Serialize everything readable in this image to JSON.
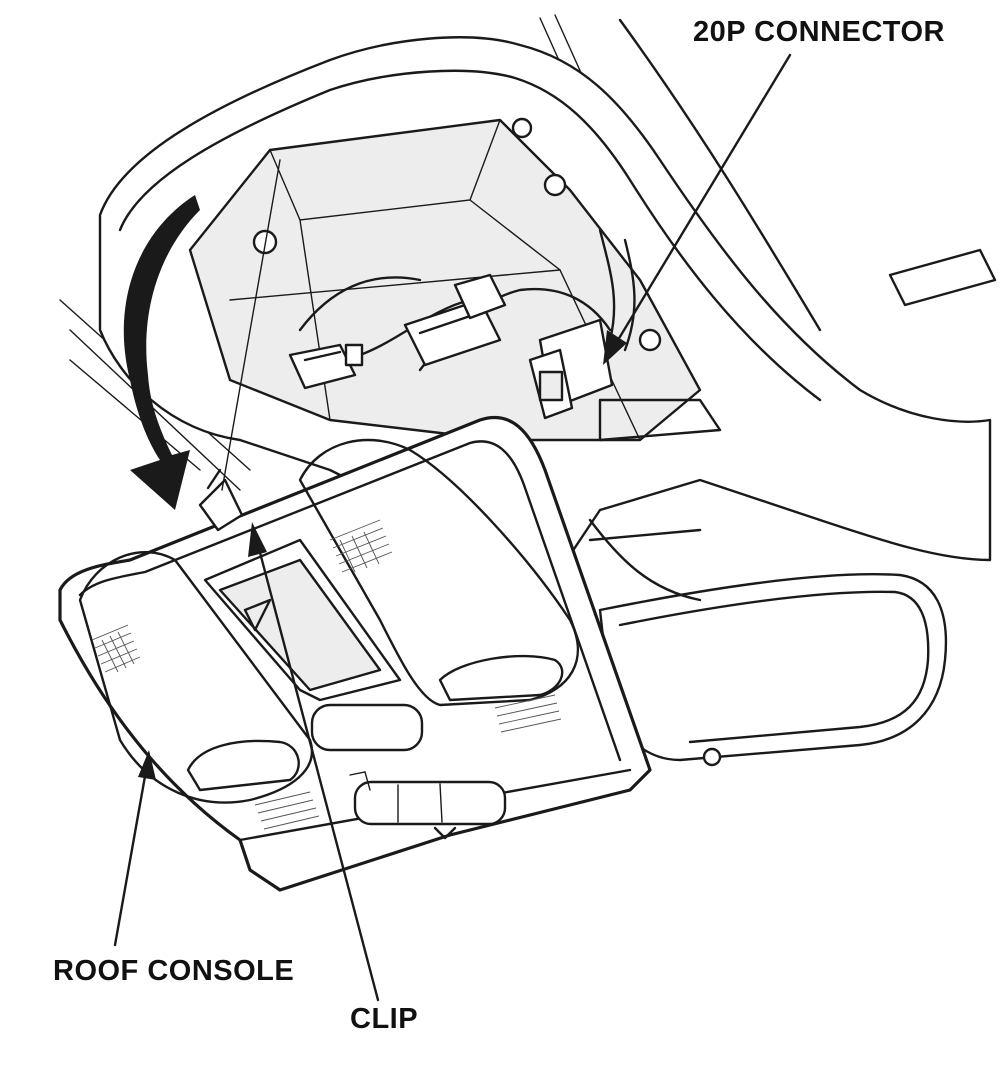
{
  "labels": {
    "connector": "20P CONNECTOR",
    "roof_console": "ROOF CONSOLE",
    "clip": "CLIP"
  },
  "colors": {
    "line": "#1a1a1a",
    "background": "#ffffff"
  }
}
